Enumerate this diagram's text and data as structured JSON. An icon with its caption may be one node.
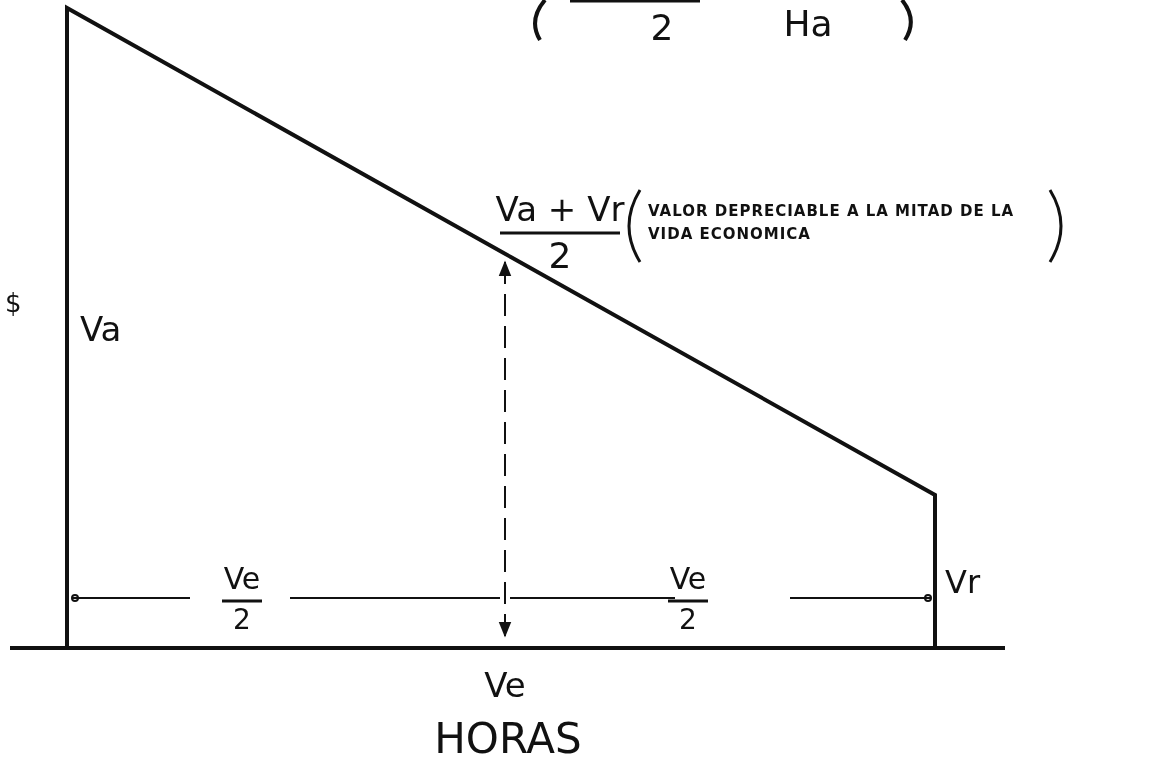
{
  "diagram": {
    "labels": [
      "2",
      "Ha",
      "Va + Vr",
      "2",
      "VALOR DEPRECIABLE A LA MITAD DE LA VIDA ECONOMICA",
      "$",
      "Va",
      "Ve",
      "2",
      "Ve",
      "2",
      "Vr",
      "Ve",
      "HORAS"
    ]
  }
}
